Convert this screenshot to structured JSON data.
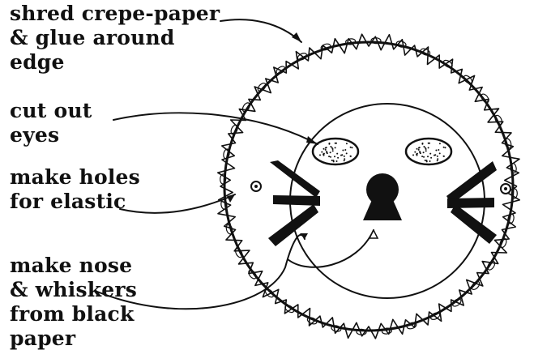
{
  "labels": {
    "crepe_paper": "shred crepe-paper\n& glue around\nedge",
    "eyes": "cut out\neyes",
    "holes": "make holes\nfor elastic",
    "nose_whiskers": "make nose\n& whiskers\nfrom black\npaper"
  },
  "colors": {
    "ink": "#111111",
    "paper": "#ffffff"
  }
}
